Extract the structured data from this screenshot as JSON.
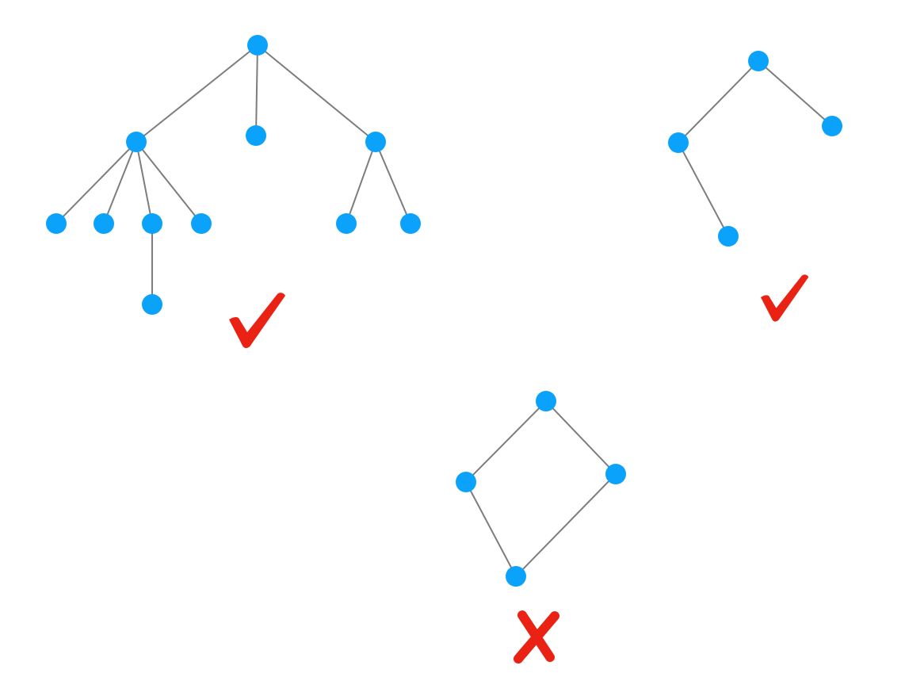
{
  "colors": {
    "node": "#0ba2fb",
    "edge": "#7d7d7d",
    "mark": "#ea2214",
    "background": "#ffffff"
  },
  "diagrams": [
    {
      "name": "large-tree",
      "verdict": "check",
      "nodes": [
        "root",
        "a",
        "b",
        "c",
        "a1",
        "a2",
        "a3",
        "a4",
        "a3x",
        "c1",
        "c2"
      ],
      "edges": [
        [
          "root",
          "a"
        ],
        [
          "root",
          "b"
        ],
        [
          "root",
          "c"
        ],
        [
          "a",
          "a1"
        ],
        [
          "a",
          "a2"
        ],
        [
          "a",
          "a3"
        ],
        [
          "a",
          "a4"
        ],
        [
          "a3",
          "a3x"
        ],
        [
          "c",
          "c1"
        ],
        [
          "c",
          "c2"
        ]
      ]
    },
    {
      "name": "small-tree",
      "verdict": "check",
      "nodes": [
        "r",
        "l",
        "rr",
        "ll"
      ],
      "edges": [
        [
          "r",
          "l"
        ],
        [
          "r",
          "rr"
        ],
        [
          "l",
          "ll"
        ]
      ]
    },
    {
      "name": "cycle",
      "verdict": "cross",
      "nodes": [
        "t",
        "lft",
        "rgt",
        "btm"
      ],
      "edges": [
        [
          "t",
          "lft"
        ],
        [
          "t",
          "rgt"
        ],
        [
          "lft",
          "btm"
        ],
        [
          "rgt",
          "btm"
        ]
      ]
    }
  ]
}
